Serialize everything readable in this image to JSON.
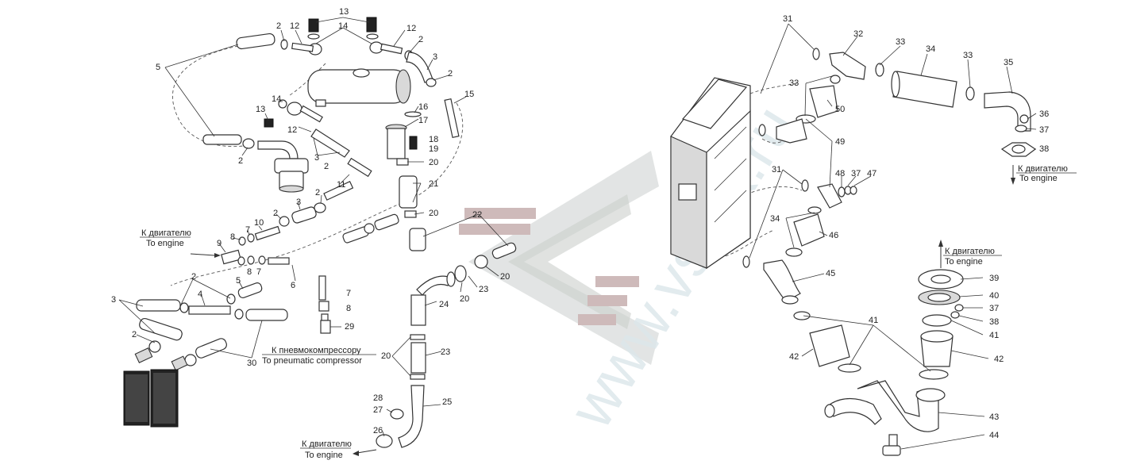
{
  "callouts": {
    "n2": "2",
    "n3": "3",
    "n4": "4",
    "n5": "5",
    "n6": "6",
    "n7": "7",
    "n8": "8",
    "n9": "9",
    "n10": "10",
    "n11": "11",
    "n12": "12",
    "n13": "13",
    "n14": "14",
    "n15": "15",
    "n16": "16",
    "n17": "17",
    "n18": "18",
    "n19": "19",
    "n20": "20",
    "n21": "21",
    "n22": "22",
    "n23": "23",
    "n24": "24",
    "n25": "25",
    "n26": "26",
    "n27": "27",
    "n28": "28",
    "n29": "29",
    "n30": "30",
    "n31": "31",
    "n32": "32",
    "n33": "33",
    "n34": "34",
    "n35": "35",
    "n36": "36",
    "n37": "37",
    "n38": "38",
    "n39": "39",
    "n40": "40",
    "n41": "41",
    "n42": "42",
    "n43": "43",
    "n44": "44",
    "n45": "45",
    "n46": "46",
    "n47": "47",
    "n48": "48",
    "n49": "49",
    "n50": "50"
  },
  "notes": {
    "to_engine_ru": "К двигателю",
    "to_engine_en": "To engine",
    "to_compressor_ru": "К пневмокомпрессору",
    "to_compressor_en": "To pneumatic compressor"
  },
  "watermark": {
    "text": "www.vs-zk.ru",
    "color": "#c8d6dc",
    "chevron_grey": "#b9bcba",
    "bar_color": "#c9b3b3"
  }
}
